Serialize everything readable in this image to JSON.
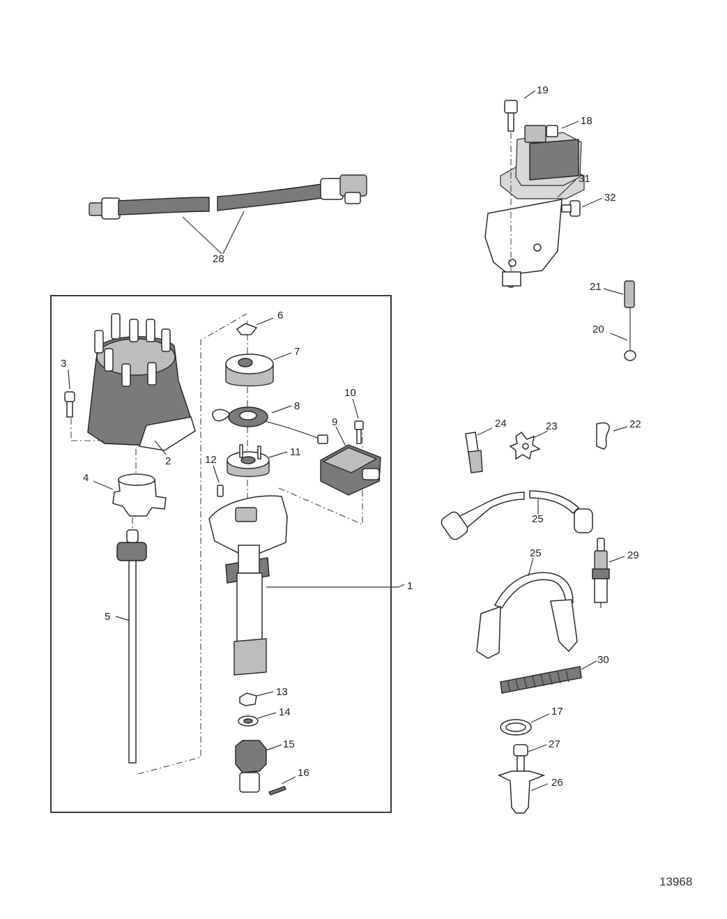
{
  "callouts": {
    "c1": "1",
    "c2": "2",
    "c3": "3",
    "c4": "4",
    "c5": "5",
    "c6": "6",
    "c7": "7",
    "c8": "8",
    "c9": "9",
    "c10": "10",
    "c11": "11",
    "c12": "12",
    "c13": "13",
    "c14": "14",
    "c15": "15",
    "c16": "16",
    "c17": "17",
    "c18": "18",
    "c19": "19",
    "c20": "20",
    "c21": "21",
    "c22": "22",
    "c23": "23",
    "c24": "24",
    "c25a": "25",
    "c25b": "25",
    "c26": "26",
    "c27": "27",
    "c28": "28",
    "c29": "29",
    "c30": "30",
    "c31": "31",
    "c32": "32"
  },
  "figure_number": "13968"
}
